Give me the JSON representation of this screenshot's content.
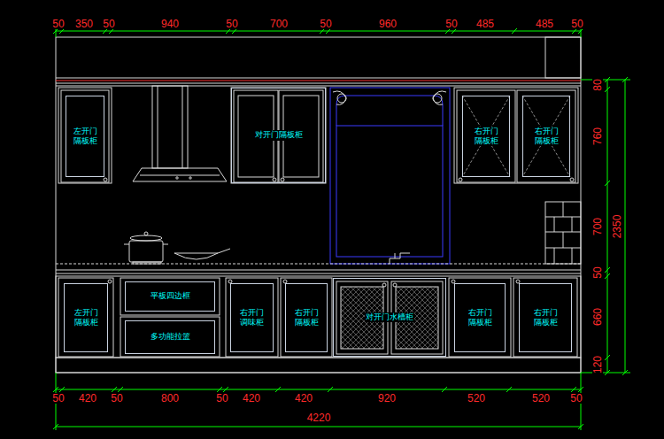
{
  "diagram": {
    "nodes": [
      {
        "text": [
          "左开门 隔板柜"
        ]
      },
      {
        "text": [
          "对开门隔板柜"
        ]
      },
      {
        "text": [
          "右开门 隔板柜"
        ]
      },
      {
        "text": [
          "右开门 隔板柜"
        ]
      },
      {
        "text": [
          "左开门 隔板柜"
        ]
      },
      {
        "text": [
          "平板四边框"
        ]
      },
      {
        "text": [
          "多功能拉篮"
        ]
      },
      {
        "text": [
          "右开门 调味柜"
        ]
      },
      {
        "text": [
          "右开门 隔板柜"
        ]
      },
      {
        "text": [
          "对开门水槽柜"
        ]
      },
      {
        "text": [
          "右开门 隔板柜"
        ]
      },
      {
        "text": [
          "右开门 隔板柜"
        ]
      }
    ],
    "labels": [
      "50",
      "350",
      "50",
      "940",
      "50",
      "700",
      "50",
      "960",
      "50",
      "485",
      "485",
      "50",
      "80",
      "760",
      "700",
      "50",
      "660",
      "120",
      "2350",
      "50",
      "420",
      "50",
      "800",
      "50",
      "420",
      "420",
      "920",
      "520",
      "520",
      "50",
      "4220"
    ]
  }
}
